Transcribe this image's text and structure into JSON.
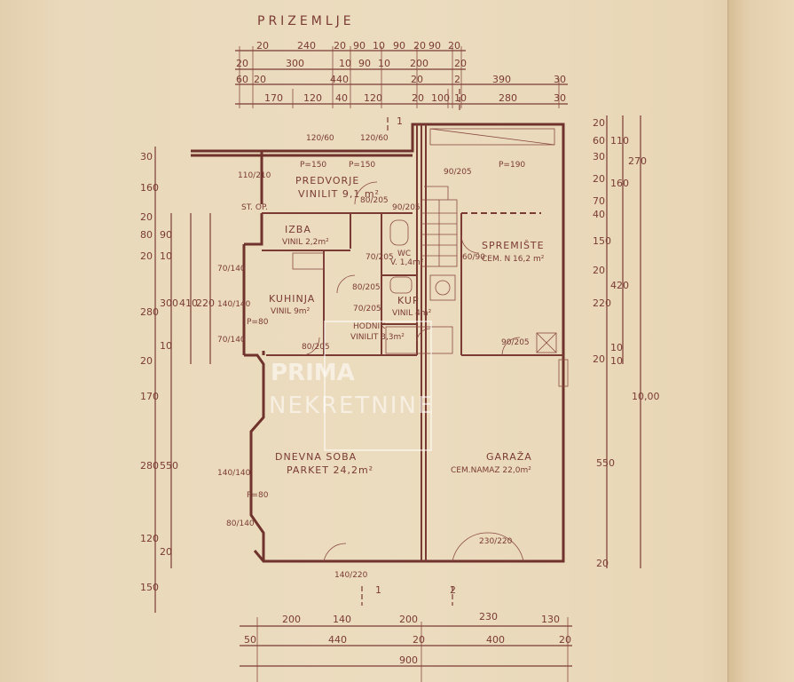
{
  "plan": {
    "title": "PRIZEMLJE",
    "section_marks": [
      "1",
      "2"
    ],
    "rooms": [
      {
        "name": "PREDVORJE",
        "floor": "VINILIT 9,1 m²"
      },
      {
        "name": "IZBA",
        "floor": "VINIL 2,2m²"
      },
      {
        "name": "WC",
        "floor": "V. 1,4m²"
      },
      {
        "name": "SPREMIŠTE",
        "floor": "CEM. N 16,2 m²"
      },
      {
        "name": "KUHINJA",
        "floor": "VINIL 9m²"
      },
      {
        "name": "KUP",
        "floor": "VINIL 4m²"
      },
      {
        "name": "HODNIK",
        "floor": "VINILIT 3,3m²"
      },
      {
        "name": "DNEVNA SOBA",
        "floor": "PARKET 24,2m²"
      },
      {
        "name": "GARAŽA",
        "floor": "CEM.NAMAZ 22,0m²"
      }
    ],
    "top_dims": {
      "row1": [
        "20",
        "240",
        "20",
        "90",
        "10",
        "90",
        "20",
        "90",
        "20"
      ],
      "row2": [
        "20",
        "300",
        "10",
        "90",
        "10",
        "200",
        "20"
      ],
      "row3": [
        "60",
        "20",
        "440",
        "20",
        "2",
        "390",
        "30"
      ],
      "row4": [
        "170",
        "120",
        "40",
        "120",
        "20",
        "100",
        "10",
        "280",
        "30"
      ]
    },
    "bottom_dims": {
      "row1": [
        "200",
        "140",
        "200",
        "230",
        "130"
      ],
      "row2": [
        "50",
        "440",
        "20",
        "400",
        "20"
      ],
      "row3": [
        "900"
      ]
    },
    "left_dims": [
      "30",
      "160",
      "20",
      "80",
      "90",
      "20",
      "10",
      "280",
      "300",
      "410",
      "220",
      "10",
      "20",
      "170",
      "280",
      "550",
      "120",
      "20",
      "150"
    ],
    "right_dims": [
      "20",
      "60",
      "110",
      "270",
      "30",
      "160",
      "20",
      "70",
      "40",
      "150",
      "220",
      "420",
      "20",
      "10",
      "20",
      "10,00",
      "550",
      "20"
    ],
    "door_notes": [
      "P=150",
      "P=150",
      "P=190",
      "110/210",
      "ST. OP.",
      "120/60",
      "120/60",
      "90/205",
      "80/205",
      "90/205",
      "70/205",
      "60/90",
      "80/205",
      "70/140",
      "140/140",
      "70/140",
      "P=80",
      "80/205",
      "70/205",
      "90/205",
      "140/140",
      "80/140",
      "230/220",
      "140/220",
      "P=80"
    ],
    "watermark": {
      "line1": "PRIMA",
      "line2": "NEKRETNINE"
    }
  }
}
